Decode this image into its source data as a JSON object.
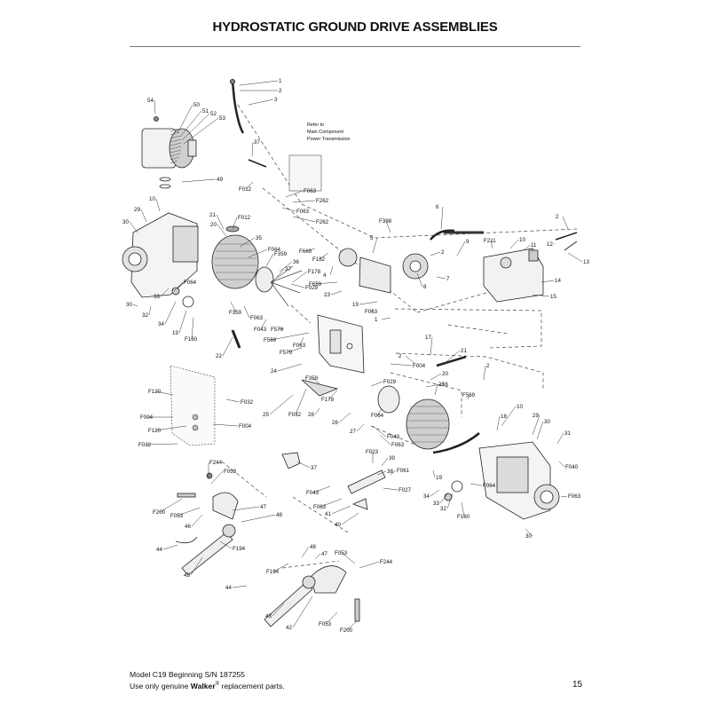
{
  "header": {
    "title": "HYDROSTATIC GROUND DRIVE ASSEMBLIES"
  },
  "note": {
    "lines": [
      "Refer to",
      "Main Component",
      "Power Transmission"
    ]
  },
  "footer": {
    "model": "Model C19 Beginning S/N 187255",
    "replacement_prefix": "Use only genuine ",
    "brand": "Walker",
    "trademark": "®",
    "replacement_suffix": " replacement parts.",
    "page_number": "15"
  },
  "callouts": [
    "1",
    "2",
    "3",
    "54",
    "50",
    "51",
    "52",
    "53",
    "49",
    "37",
    "F012",
    "F063",
    "F262",
    "F063",
    "F262",
    "6",
    "2",
    "12",
    "13",
    "14",
    "15",
    "11",
    "10",
    "9",
    "8",
    "7",
    "F211",
    "F398",
    "5",
    "2",
    "4",
    "F659",
    "23",
    "F182",
    "F669",
    "F359",
    "36",
    "37",
    "F178",
    "F029",
    "F012",
    "21",
    "20",
    "35",
    "F064",
    "10",
    "29",
    "30",
    "F064",
    "32",
    "33",
    "34",
    "19",
    "F160",
    "30",
    "F359",
    "F063",
    "F043",
    "22",
    "F579",
    "F569",
    "F063",
    "F579",
    "24",
    "19",
    "F063",
    "1",
    "2",
    "17",
    "21",
    "20",
    "16",
    "2",
    "F569",
    "F004",
    "F359",
    "F029",
    "F178",
    "28",
    "26",
    "27",
    "F043",
    "F063",
    "F064",
    "20",
    "18",
    "29",
    "30",
    "31",
    "F040",
    "F063",
    "30",
    "10",
    "19",
    "34",
    "33",
    "32",
    "F160",
    "F064",
    "25",
    "F032",
    "F120",
    "F032",
    "F004",
    "F120",
    "F004",
    "F032",
    "37",
    "F023",
    "F061",
    "F027",
    "39",
    "38",
    "F043",
    "F063",
    "41",
    "40",
    "F244",
    "F053",
    "F200",
    "F053",
    "46",
    "47",
    "48",
    "44",
    "F194",
    "45",
    "48",
    "47",
    "F194",
    "F053",
    "F244",
    "44",
    "43",
    "42",
    "F053",
    "F200"
  ]
}
